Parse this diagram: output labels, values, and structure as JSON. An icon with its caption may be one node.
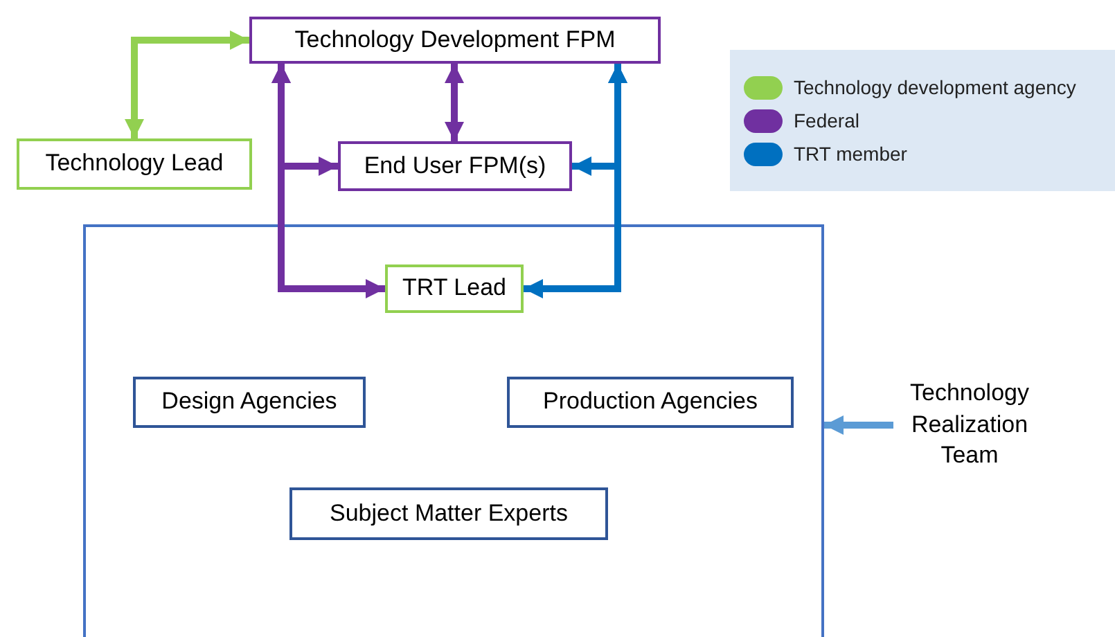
{
  "diagram": {
    "nodes": [
      {
        "text": [
          "Technology Development FPM"
        ]
      },
      {
        "text": [
          "Technology Lead"
        ]
      },
      {
        "text": [
          "End User FPM(s)"
        ]
      },
      {
        "text": [],
        "shape": "box"
      },
      {
        "text": [
          "TRT Lead"
        ],
        "in": 3
      },
      {
        "text": [
          "Design Agencies"
        ],
        "in": 3
      },
      {
        "text": [
          "Production Agencies"
        ],
        "in": 3
      },
      {
        "text": [
          "Subject Matter Experts"
        ],
        "in": 3
      },
      {
        "text": [
          "Technology Realization Team"
        ]
      }
    ],
    "edges": [
      {
        "from": 1,
        "to": 0,
        "arrow": "both",
        "color": "#92d050"
      },
      {
        "from": 0,
        "to": 2,
        "arrow": "both",
        "color": "#7030a0"
      },
      {
        "from": 0,
        "to": 2,
        "arrow": "both",
        "color": "#7030a0"
      },
      {
        "from": 0,
        "to": 4,
        "arrow": "both",
        "color": "#7030a0"
      },
      {
        "from": 0,
        "to": 2,
        "arrow": "both",
        "color": "#0070c0"
      },
      {
        "from": 0,
        "to": 4,
        "arrow": "both",
        "color": "#0070c0"
      },
      {
        "from": 8,
        "to": 3,
        "arrow": "to",
        "color": "#5b9bd5"
      }
    ],
    "legend": [
      {
        "text": "Technology development agency",
        "color": "#92d050"
      },
      {
        "text": "Federal",
        "color": "#7030a0"
      },
      {
        "text": "TRT member",
        "color": "#0070c0"
      }
    ]
  }
}
